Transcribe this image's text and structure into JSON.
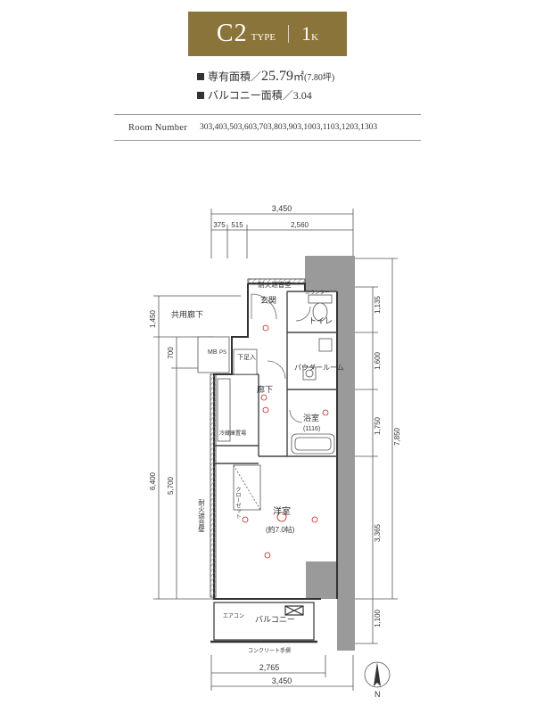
{
  "header": {
    "type_big": "C",
    "type_num": "2",
    "type_word": "TYPE",
    "layout": "1",
    "layout_suffix": "K"
  },
  "info": {
    "area_label": "専有面積／",
    "area_value": "25.79",
    "area_unit": "㎡",
    "area_tsubo": "(7.80坪)",
    "balcony_label": "バルコニー面積／",
    "balcony_value": "3.04"
  },
  "rooms": {
    "label": "Room Number",
    "numbers": "303,403,503,603,703,803,903,1003,1103,1203,1303"
  },
  "plan": {
    "dim_top_total": "3,450",
    "dim_top_a": "375",
    "dim_top_b": "515",
    "dim_top_c": "2,560",
    "dim_left_1": "1,450",
    "dim_left_2": "700",
    "dim_left_3": "6,400",
    "dim_left_4": "5,700",
    "dim_right_1": "1,135",
    "dim_right_2": "1,600",
    "dim_right_3": "1,750",
    "dim_right_4": "3,365",
    "dim_right_5": "7,850",
    "dim_right_6": "1,100",
    "dim_bottom_1": "2,765",
    "dim_bottom_2": "3,450",
    "fire_wall_top": "耐火遮音壁",
    "fire_wall_side": "耐火遮音壁",
    "common_corridor": "共用廊下",
    "mb": "MB",
    "pipe": "PS",
    "genkan": "玄関",
    "toilet": "トイレ",
    "shoebox": "下足入",
    "counter": "カウンター",
    "powder_room": "パウダールーム",
    "hallway": "廊下",
    "bathroom": "浴室",
    "bath_size": "(1116)",
    "fridge": "冷蔵庫置場",
    "closet": "クローゼット",
    "western_room": "洋室",
    "room_size": "(約7.0帖)",
    "balcony": "バルコニー",
    "aircon": "エアコン",
    "concrete_rail": "コンクリート手摺",
    "north": "N"
  }
}
